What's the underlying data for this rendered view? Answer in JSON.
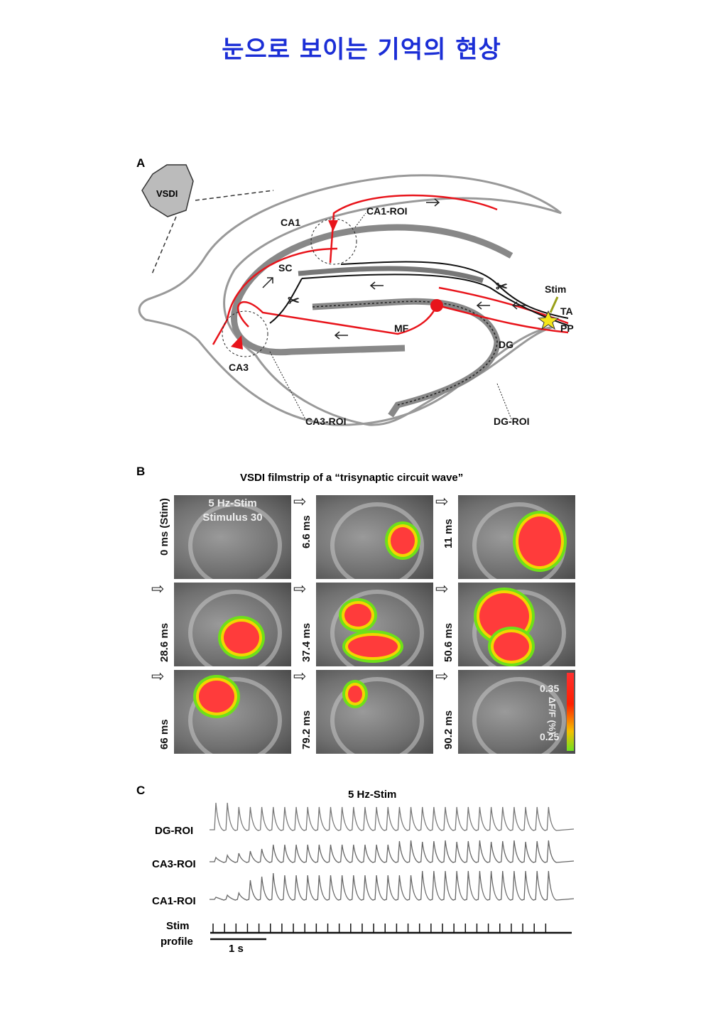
{
  "title": "눈으로 보이는 기억의 현상",
  "panel_a": {
    "label": "A",
    "vsdi": "VSDI",
    "regions": {
      "ca1": "CA1",
      "sc": "SC",
      "ca3": "CA3",
      "mf": "MF",
      "dg": "DG",
      "stim": "Stim",
      "ta": "TA",
      "pp": "PP"
    },
    "rois": {
      "ca1_roi": "CA1-ROI",
      "ca3_roi": "CA3-ROI",
      "dg_roi": "DG-ROI"
    },
    "colors": {
      "pathway": "#e8141b",
      "tissue": "#8c8c8c"
    }
  },
  "panel_b": {
    "label": "B",
    "title": "VSDI filmstrip of a “trisynaptic circuit wave”",
    "overlay_line1": "5 Hz-Stim",
    "overlay_line2": "Stimulus 30",
    "frames": [
      {
        "time": "0 ms (Stim)"
      },
      {
        "time": "6.6 ms"
      },
      {
        "time": "11 ms"
      },
      {
        "time": "28.6 ms"
      },
      {
        "time": "37.4 ms"
      },
      {
        "time": "50.6 ms"
      },
      {
        "time": "66 ms"
      },
      {
        "time": "79.2 ms"
      },
      {
        "time": "90.2 ms"
      }
    ],
    "colorbar": {
      "label": "ΔF/F (%)",
      "max": "0.35",
      "min": "0.25"
    }
  },
  "panel_c": {
    "label": "C",
    "title": "5 Hz-Stim",
    "traces": [
      "DG-ROI",
      "CA3-ROI",
      "CA1-ROI"
    ],
    "stim_label_1": "Stim",
    "stim_label_2": "profile",
    "scale_bar": "1 s",
    "stimulus_count": 30
  }
}
